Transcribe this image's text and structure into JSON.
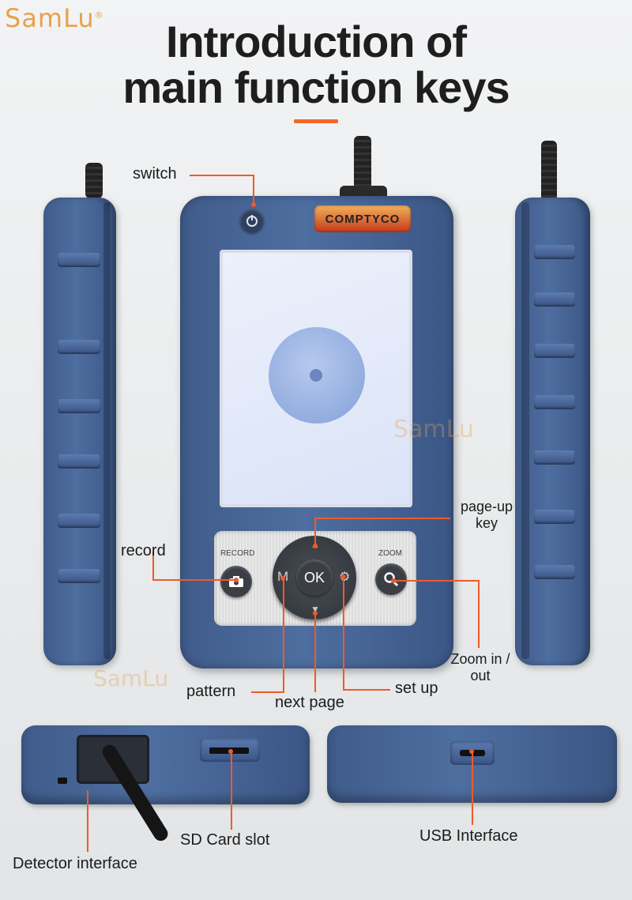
{
  "brand": {
    "name": "SamLu",
    "mark": "®",
    "color": "#e8a24a"
  },
  "title": {
    "line1": "Introduction of",
    "line2": "main function keys"
  },
  "accent_color": "#ef6a2a",
  "device": {
    "logo": "COMPTYCO",
    "record_label": "RECORD",
    "zoom_label": "ZOOM",
    "ok_label": "OK",
    "mode_label": "M",
    "watermark": "SamLu"
  },
  "callouts": {
    "switch": "switch",
    "record": "record",
    "page_up_1": "page-up",
    "page_up_2": "key",
    "zoom_1": "Zoom in /",
    "zoom_2": "out",
    "pattern": "pattern",
    "next_page": "next page",
    "set_up": "set up",
    "sd_card": "SD Card slot",
    "usb": "USB Interface",
    "detector": "Detector interface"
  },
  "icons": [
    "power-icon",
    "camera-icon",
    "magnifier-icon",
    "gear-icon",
    "arrow-up-icon",
    "arrow-down-icon"
  ]
}
